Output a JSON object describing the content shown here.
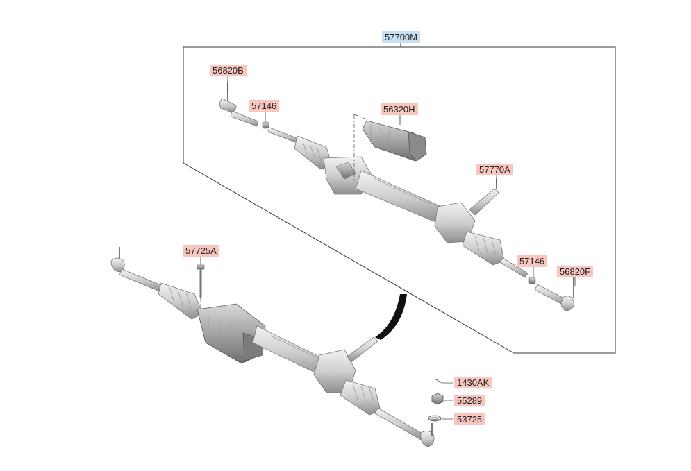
{
  "assembly": {
    "part_no": "57700M",
    "color": "#c8def2"
  },
  "part_label_color": "#f7c6bf",
  "parts": [
    {
      "id": "p1",
      "part_no": "56820B"
    },
    {
      "id": "p2",
      "part_no": "57146"
    },
    {
      "id": "p3",
      "part_no": "56320H"
    },
    {
      "id": "p4",
      "part_no": "57770A"
    },
    {
      "id": "p5",
      "part_no": "57146"
    },
    {
      "id": "p6",
      "part_no": "56820F"
    },
    {
      "id": "p7",
      "part_no": "57725A"
    },
    {
      "id": "p8",
      "part_no": "1430AK"
    },
    {
      "id": "p9",
      "part_no": "55289"
    },
    {
      "id": "p10",
      "part_no": "53725"
    }
  ]
}
